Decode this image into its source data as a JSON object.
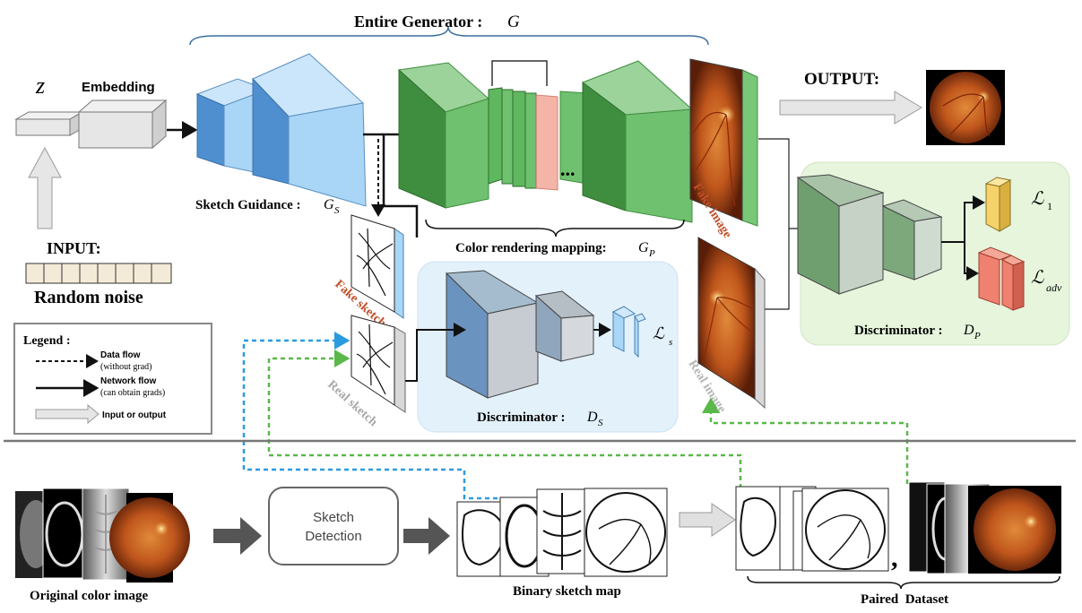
{
  "title": {
    "text": "Entire Generator : ",
    "symbol": "G"
  },
  "input": {
    "z_symbol": "z",
    "embedding_label": "Embedding",
    "input_label": "INPUT:",
    "random_noise_label": "Random noise"
  },
  "sketch_guidance": {
    "label": "Sketch Guidance :",
    "symbol": "G",
    "sub": "S"
  },
  "color_rendering": {
    "label": "Color rendering mapping: ",
    "symbol": "G",
    "sub": "P",
    "dots": "..."
  },
  "fake_image_label": "Fake image",
  "real_image_label": "Real image",
  "fake_sketch_label": "Fake sketch",
  "real_sketch_label": "Real sketch",
  "output_label": "OUTPUT:",
  "discriminator_s": {
    "label": "Discriminator : ",
    "symbol": "D",
    "sub": "S",
    "loss_symbol": "ℒ",
    "loss_sub": "s"
  },
  "discriminator_p": {
    "label": "Discriminator : ",
    "symbol": "D",
    "sub": "P",
    "loss1_symbol": "ℒ",
    "loss1_sub": "1",
    "loss_adv_symbol": "ℒ",
    "loss_adv_sub": "adv"
  },
  "legend": {
    "title": "Legend :",
    "data_flow": "Data flow",
    "data_flow_note": "(without grad)",
    "network_flow": "Network flow",
    "network_flow_note": "(can obtain grads)",
    "io": "Input or output"
  },
  "bottom": {
    "original_label": "Original color image",
    "sketch_detection": [
      "Sketch",
      "Detection"
    ],
    "binary_label": "Binary sketch map",
    "paired_label": "Paired  Dataset",
    "comma": ","
  },
  "colors": {
    "blue_box": "#a9d6f6",
    "blue_dark": "#4f8fcf",
    "green_box": "#6fc16f",
    "green_dark": "#3f8e3f",
    "grey_box": "#e0e0e0",
    "ds_panel": "#e3f1fb",
    "dp_panel": "#e6f5dc",
    "loss1": "#f5d26a",
    "loss_adv": "#f08070",
    "arrow_blue": "#2b9be0",
    "arrow_green": "#5ab84a"
  }
}
